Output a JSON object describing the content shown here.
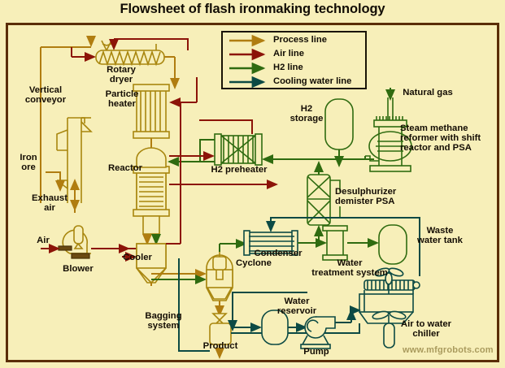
{
  "page": {
    "title": "Flowsheet of flash ironmaking technology",
    "watermark": "www.mfgrobots.com",
    "background_color": "#f7efb9",
    "frame_color": "#5a2d06"
  },
  "legend": {
    "title": "",
    "items": [
      {
        "label": "Process line",
        "color": "#b07d10"
      },
      {
        "label": "Air line",
        "color": "#8c1408"
      },
      {
        "label": "H2 line",
        "color": "#2f6b10"
      },
      {
        "label": "Cooling water line",
        "color": "#0c4a44"
      }
    ]
  },
  "equipment": [
    {
      "name": "vertical-conveyor",
      "label": "Vertical\nconveyor"
    },
    {
      "name": "rotary-dryer",
      "label": "Rotary\ndryer"
    },
    {
      "name": "particle-heater",
      "label": "Particle\nheater"
    },
    {
      "name": "reactor",
      "label": "Reactor"
    },
    {
      "name": "h2-preheater",
      "label": "H2 preheater"
    },
    {
      "name": "h2-storage",
      "label": "H2\nstorage"
    },
    {
      "name": "steam-methane-reformer",
      "label": "Steam methane\nreformer with shift\nreactor and PSA"
    },
    {
      "name": "desulphurizer",
      "label": "Desulphurizer\ndemister PSA"
    },
    {
      "name": "cooler",
      "label": "Cooler"
    },
    {
      "name": "blower",
      "label": "Blower"
    },
    {
      "name": "cyclone",
      "label": "Cyclone"
    },
    {
      "name": "condenser",
      "label": "Condenser"
    },
    {
      "name": "water-treatment-system",
      "label": "Water\ntreatment system"
    },
    {
      "name": "waste-water-tank",
      "label": "Waste\nwater tank"
    },
    {
      "name": "bagging-system",
      "label": "Bagging\nsystem"
    },
    {
      "name": "water-reservoir",
      "label": "Water\nreservoir"
    },
    {
      "name": "pump",
      "label": "Pump"
    },
    {
      "name": "air-to-water-chiller",
      "label": "Air to water\nchiller"
    }
  ],
  "streams": [
    {
      "name": "iron-ore",
      "label": "Iron\nore",
      "type": "process"
    },
    {
      "name": "exhaust-air",
      "label": "Exhaust\nair",
      "type": "process"
    },
    {
      "name": "air-inlet",
      "label": "Air",
      "type": "air"
    },
    {
      "name": "natural-gas",
      "label": "Natural gas",
      "type": "process"
    },
    {
      "name": "product",
      "label": "Product",
      "type": "process"
    }
  ],
  "labels": {
    "vertical_conveyor": "Vertical\nconveyor",
    "rotary_dryer": "Rotary\ndryer",
    "particle_heater": "Particle\nheater",
    "reactor": "Reactor",
    "h2_preheater": "H2 preheater",
    "h2_storage": "H2\nstorage",
    "smr": "Steam methane\nreformer with shift\nreactor and PSA",
    "desulphurizer": "Desulphurizer\ndemister PSA",
    "cooler": "Cooler",
    "blower": "Blower",
    "cyclone": "Cyclone",
    "condenser": "Condenser",
    "water_treatment": "Water\ntreatment system",
    "waste_water_tank": "Waste\nwater tank",
    "bagging_system": "Bagging\nsystem",
    "water_reservoir": "Water\nreservoir",
    "pump": "Pump",
    "chiller": "Air to water\nchiller",
    "iron_ore": "Iron\nore",
    "exhaust_air": "Exhaust\nair",
    "air": "Air",
    "natural_gas": "Natural gas",
    "product": "Product"
  }
}
